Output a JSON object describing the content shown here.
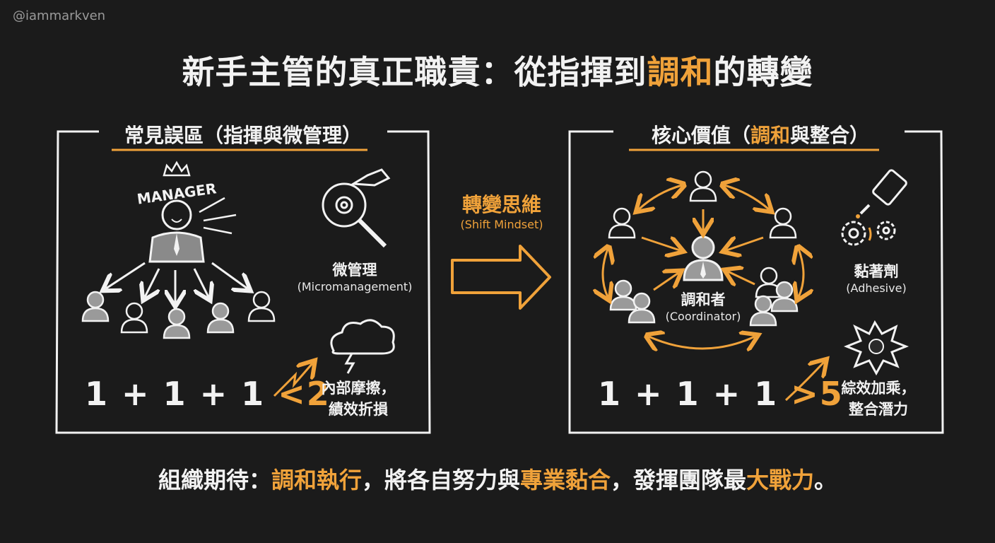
{
  "watermark": "@iammarkven",
  "title": {
    "part1": "新手主管的真正職責：從指揮到",
    "highlight": "調和",
    "part2": "的轉變"
  },
  "left_panel": {
    "title": "常見誤區（指揮與微管理）",
    "manager_label": "MANAGER",
    "micromanage_label": "微管理",
    "micromanage_sub": "(Micromanagement)",
    "equation_main": "1 + 1 + 1",
    "equation_op": "<",
    "equation_result": "2",
    "note_line1": "內部摩擦，",
    "note_line2": "績效折損"
  },
  "shift": {
    "label": "轉變思維",
    "sub": "(Shift Mindset)"
  },
  "right_panel": {
    "title_part1": "核心價值（",
    "title_highlight": "調和",
    "title_part2": "與整合）",
    "coordinator_label": "調和者",
    "coordinator_sub": "(Coordinator)",
    "adhesive_label": "黏著劑",
    "adhesive_sub": "(Adhesive)",
    "equation_main": "1 + 1 + 1",
    "equation_op": ">",
    "equation_result": "5",
    "note_line1": "綜效加乘，",
    "note_line2": "整合潛力"
  },
  "footer": {
    "p1": "組織期待：",
    "h1": "調和執行",
    "p2": "，將各自努力與",
    "h2": "專業黏合",
    "p3": "，發揮團隊最",
    "h3": "大戰力",
    "p4": "。"
  },
  "colors": {
    "accent": "#f0a23a",
    "background": "#1b1b1b",
    "chalk": "#f2f2f2"
  },
  "icons": [
    "crown-icon",
    "manager-icon",
    "person-icon",
    "magnifier-gear-icon",
    "storm-cloud-icon",
    "lightning-arrow-icon",
    "shift-arrow-icon",
    "coordinator-icon",
    "group-icon",
    "glue-bottle-icon",
    "gears-icon",
    "burst-icon",
    "growth-arrow-icon"
  ]
}
